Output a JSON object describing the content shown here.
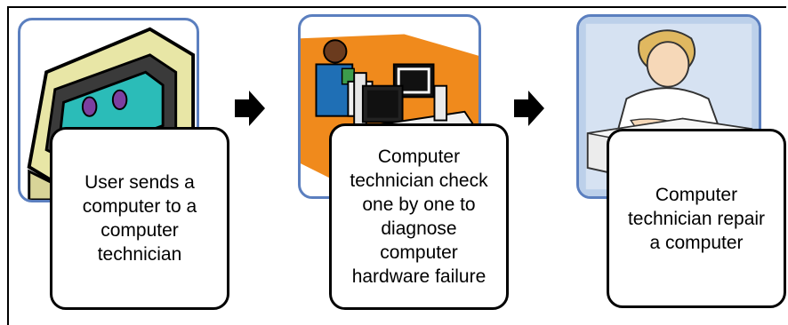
{
  "steps": [
    {
      "text": "User sends a\ncomputer to a\ncomputer\ntechnician",
      "image": "old-computer-clipart"
    },
    {
      "text": "Computer\ntechnician check\none by one to\ndiagnose\ncomputer\nhardware failure",
      "image": "technician-at-workstation-clipart"
    },
    {
      "text": "Computer\ntechnician repair\na computer",
      "image": "technician-repairing-computer-clipart"
    }
  ],
  "arrows": [
    "arrow-right-icon",
    "arrow-right-icon"
  ],
  "colors": {
    "frame": "#000000",
    "picture_border": "#5b7fbf",
    "box_border": "#000000",
    "screen": "#2bbcb8",
    "accent_orange": "#f08a1c"
  }
}
